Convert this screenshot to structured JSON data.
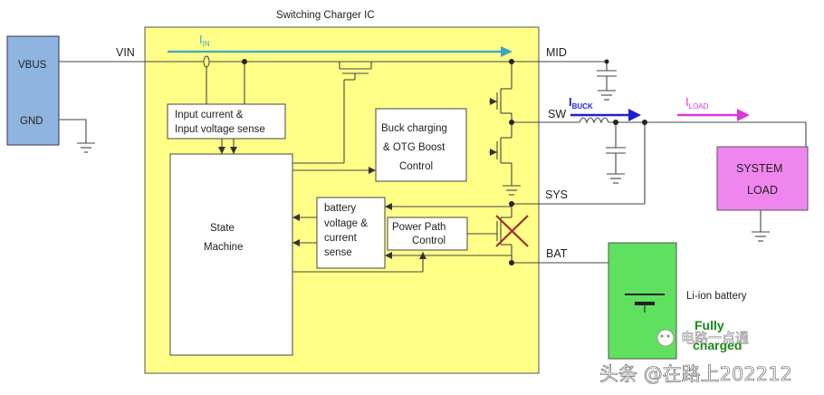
{
  "title": "Switching Charger IC",
  "source": {
    "vbus": "VBUS",
    "gnd": "GND"
  },
  "pins": {
    "vin": "VIN",
    "mid": "MID",
    "sw": "SW",
    "sys": "SYS",
    "bat": "BAT"
  },
  "currents": {
    "iin": {
      "main": "I",
      "sub": "IN"
    },
    "ibuck": {
      "main": "I",
      "sub": "BUCK"
    },
    "iload": {
      "main": "I",
      "sub": "LOAD"
    }
  },
  "blocks": {
    "input_sense": [
      "Input current &",
      "Input voltage sense"
    ],
    "buck": [
      "Buck charging",
      "& OTG Boost",
      "Control"
    ],
    "state_machine": [
      "State",
      "Machine"
    ],
    "battery_sense": [
      "battery",
      "voltage &",
      "current",
      "sense"
    ],
    "power_path": [
      "Power Path",
      "Control"
    ]
  },
  "system_load": [
    "SYSTEM",
    "LOAD"
  ],
  "battery": {
    "label": "Li-ion battery",
    "status_line1": "Fully",
    "status_line2": "charged"
  },
  "watermark": {
    "line1": "电路一点通",
    "line2": "头条 @在路上202212"
  },
  "colors": {
    "ic_fill": "#ffff88",
    "source_fill": "#8fb4e0",
    "load_fill": "#ef86ee",
    "battery_fill": "#5fe05f",
    "iin_arrow": "#3aa7c8",
    "ibuck_arrow": "#1f1fcc",
    "iload_arrow": "#d63bd6",
    "status_text": "#168a16",
    "cross": "#a52a2a"
  }
}
